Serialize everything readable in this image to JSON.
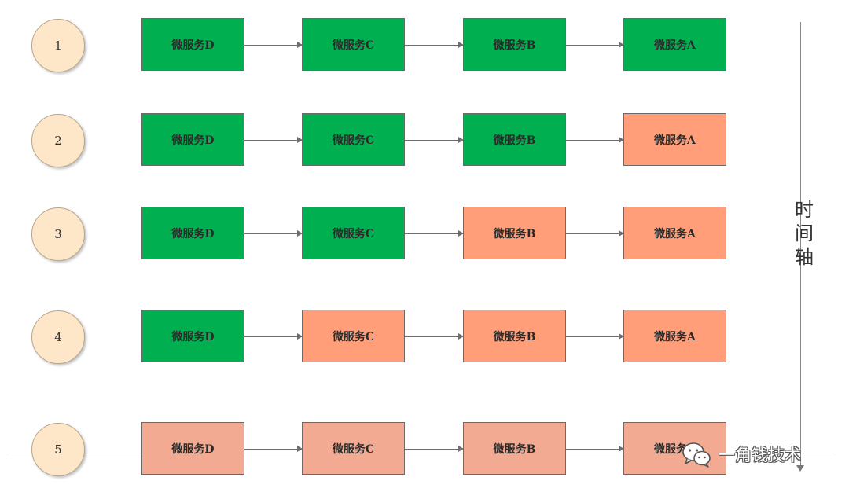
{
  "diagram": {
    "rows": [
      {
        "step": "1",
        "services": [
          {
            "label": "微服务D",
            "state": "healthy"
          },
          {
            "label": "微服务C",
            "state": "healthy"
          },
          {
            "label": "微服务B",
            "state": "healthy"
          },
          {
            "label": "微服务A",
            "state": "healthy"
          }
        ]
      },
      {
        "step": "2",
        "services": [
          {
            "label": "微服务D",
            "state": "healthy"
          },
          {
            "label": "微服务C",
            "state": "healthy"
          },
          {
            "label": "微服务B",
            "state": "healthy"
          },
          {
            "label": "微服务A",
            "state": "degraded"
          }
        ]
      },
      {
        "step": "3",
        "services": [
          {
            "label": "微服务D",
            "state": "healthy"
          },
          {
            "label": "微服务C",
            "state": "healthy"
          },
          {
            "label": "微服务B",
            "state": "degraded"
          },
          {
            "label": "微服务A",
            "state": "degraded"
          }
        ]
      },
      {
        "step": "4",
        "services": [
          {
            "label": "微服务D",
            "state": "healthy"
          },
          {
            "label": "微服务C",
            "state": "degraded"
          },
          {
            "label": "微服务B",
            "state": "degraded"
          },
          {
            "label": "微服务A",
            "state": "degraded"
          }
        ]
      },
      {
        "step": "5",
        "services": [
          {
            "label": "微服务D",
            "state": "failed"
          },
          {
            "label": "微服务C",
            "state": "failed"
          },
          {
            "label": "微服务B",
            "state": "failed"
          },
          {
            "label": "微服务A",
            "state": "failed"
          }
        ]
      }
    ],
    "timeline_label": "时间轴",
    "colors": {
      "healthy": "#00b050",
      "degraded": "#ff9e78",
      "failed": "#f2ab92",
      "step_circle": "#fde7c8"
    }
  },
  "watermark": {
    "icon": "wechat-icon",
    "text": "一角钱技术"
  }
}
